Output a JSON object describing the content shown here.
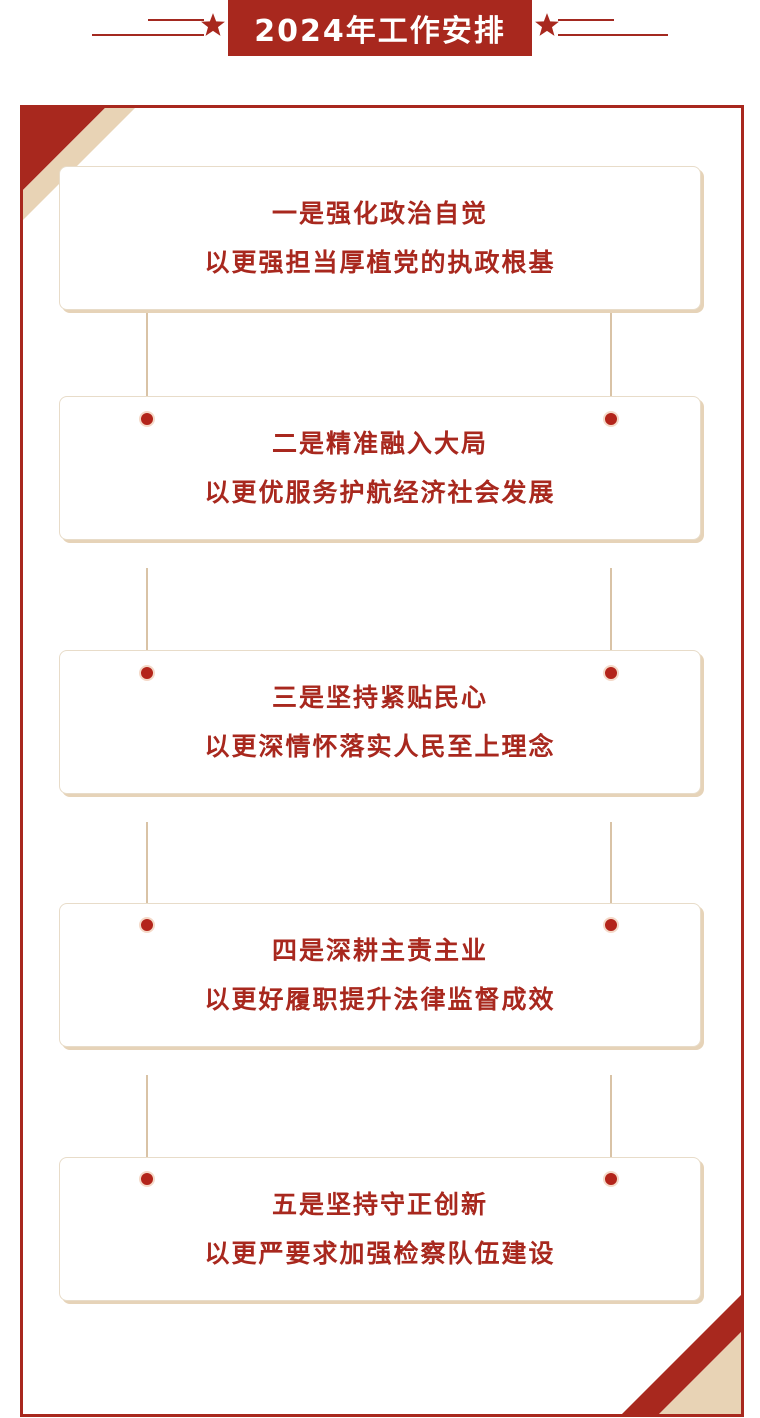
{
  "header": {
    "title": "2024年工作安排"
  },
  "colors": {
    "primary_red": "#a8281e",
    "gold": "#d9b98a",
    "card_border": "#e8dcc9"
  },
  "items": [
    {
      "line1": "一是强化政治自觉",
      "line2": "以更强担当厚植党的执政根基"
    },
    {
      "line1": "二是精准融入大局",
      "line2": "以更优服务护航经济社会发展"
    },
    {
      "line1": "三是坚持紧贴民心",
      "line2": "以更深情怀落实人民至上理念"
    },
    {
      "line1": "四是深耕主责主业",
      "line2": "以更好履职提升法律监督成效"
    },
    {
      "line1": "五是坚持守正创新",
      "line2": "以更严要求加强检察队伍建设"
    }
  ]
}
